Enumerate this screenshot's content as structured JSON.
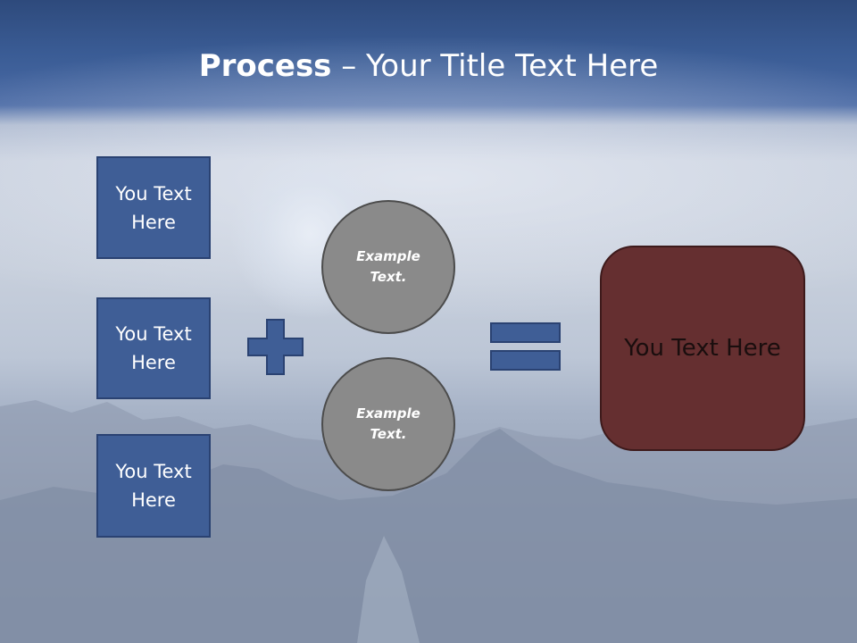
{
  "title": {
    "bold": "Process",
    "rest": " – Your Title Text Here"
  },
  "inputs": [
    {
      "line1": "You Text",
      "line2": "Here"
    },
    {
      "line1": "You Text",
      "line2": "Here"
    },
    {
      "line1": "You Text",
      "line2": "Here"
    }
  ],
  "circles": [
    {
      "line1": "Example",
      "line2": "Text."
    },
    {
      "line1": "Example",
      "line2": "Text."
    }
  ],
  "result": {
    "label": "You Text Here"
  },
  "icons": {
    "plus": "plus-icon",
    "equals": "equals-icon"
  },
  "colors": {
    "box_fill": "#3f5e96",
    "circle_fill": "#8a8a8a",
    "result_fill": "#652f30",
    "title_band": "#3a5c95"
  }
}
